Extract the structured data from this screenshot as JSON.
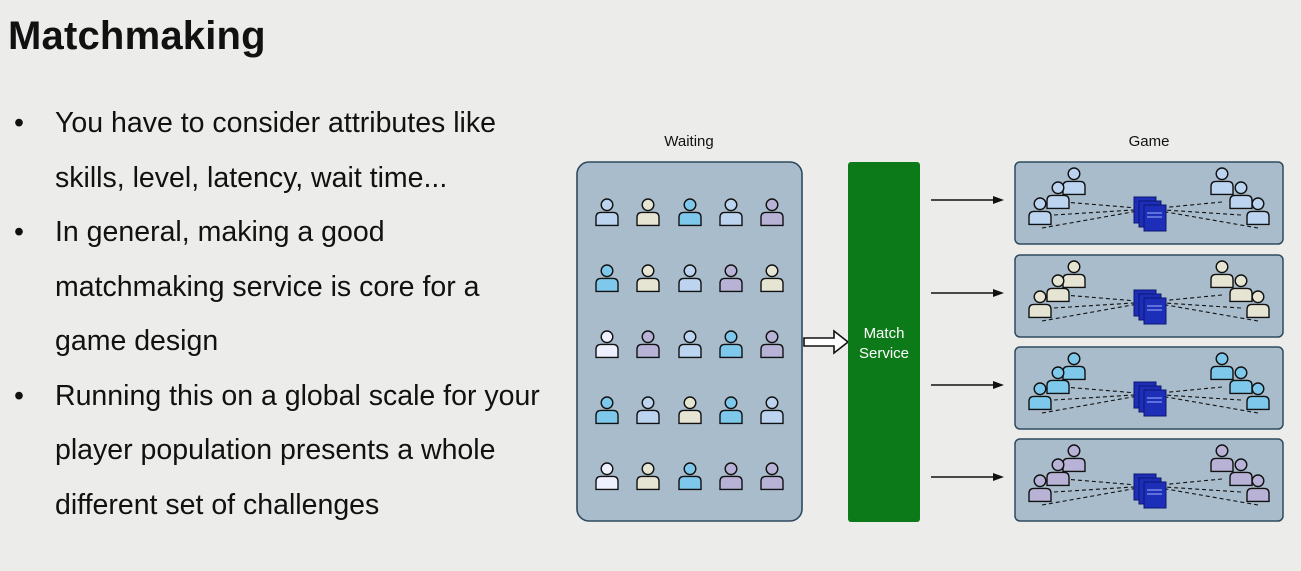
{
  "slide": {
    "title": "Matchmaking",
    "bullets": [
      {
        "marker": "•",
        "text": "You have to consider attributes like skills, level, latency, wait time..."
      },
      {
        "marker": "•",
        "text": "In general, making a good matchmaking service is core for a game design"
      },
      {
        "marker": "•",
        "text": "Running this on a global scale for your player population presents a whole different set of challenges"
      }
    ]
  },
  "diagram": {
    "waiting_label": "Waiting",
    "game_label": "Game",
    "service_label_line1": "Match",
    "service_label_line2": "Service",
    "colors": {
      "panel_fill": "#a9bccb",
      "panel_stroke": "#2e4a5f",
      "service_fill": "#0d7a1a",
      "server_fill": "#1d2fb8",
      "white": "#eeefff",
      "cream": "#e6e4d2",
      "cyan": "#7ec8ec",
      "lightblue": "#bcd4f0",
      "lavender": "#b7b2d6"
    },
    "waiting_grid": [
      [
        "lightblue",
        "cream",
        "cyan",
        "lightblue",
        "lavender"
      ],
      [
        "cyan",
        "cream",
        "lightblue",
        "lavender",
        "cream"
      ],
      [
        "white",
        "lavender",
        "lightblue",
        "cyan",
        "lavender"
      ],
      [
        "cyan",
        "lightblue",
        "cream",
        "cyan",
        "lightblue"
      ],
      [
        "white",
        "cream",
        "cyan",
        "lavender",
        "lavender"
      ]
    ],
    "game_rows": [
      {
        "team_color": "lightblue"
      },
      {
        "team_color": "cream"
      },
      {
        "team_color": "cyan"
      },
      {
        "team_color": "lavender"
      }
    ]
  }
}
